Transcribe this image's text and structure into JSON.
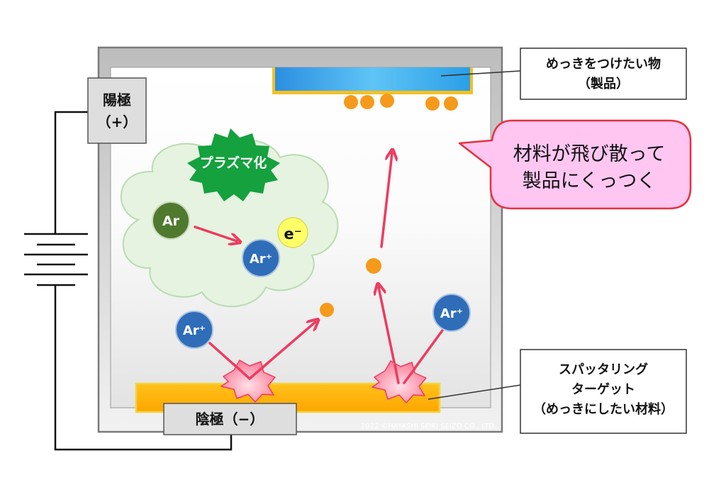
{
  "labels": {
    "anode_line1": "陽極",
    "anode_line2": "（+）",
    "cathode": "陰極（−）",
    "plasma": "プラズマ化",
    "product_line1": "めっきをつけたい物",
    "product_line2": "（製品）",
    "bubble_line1": "材料が飛び散って",
    "bubble_line2": "製品にくっつく",
    "target_line1": "スパッタリング",
    "target_line2": "ターゲット",
    "target_line3": "（めっきにしたい材料）",
    "copyright": "2022 ©HAYASHI SEIKI SEIZO CO., LTD."
  },
  "particles": {
    "ar": "Ar",
    "ar_ion": "Ar⁺",
    "electron": "e⁻"
  },
  "colors": {
    "chamber_border": "#8a8a8a",
    "product_blue": "#2ea0e8",
    "product_frame": "#f5c023",
    "target": "#ffb400",
    "target_border": "#f0d040",
    "sputter_particle": "#f59a1a",
    "ion_blue": "#2f6db8",
    "argon_green": "#4f7a2e",
    "electron_yellow": "#ffff66",
    "arrow": "#ee3b5f",
    "plasma_cloud": "#e6f3e0",
    "plasma_star": "#14a13e",
    "bubble_fill": "#ffc6f2",
    "bubble_border": "#e8303f"
  }
}
